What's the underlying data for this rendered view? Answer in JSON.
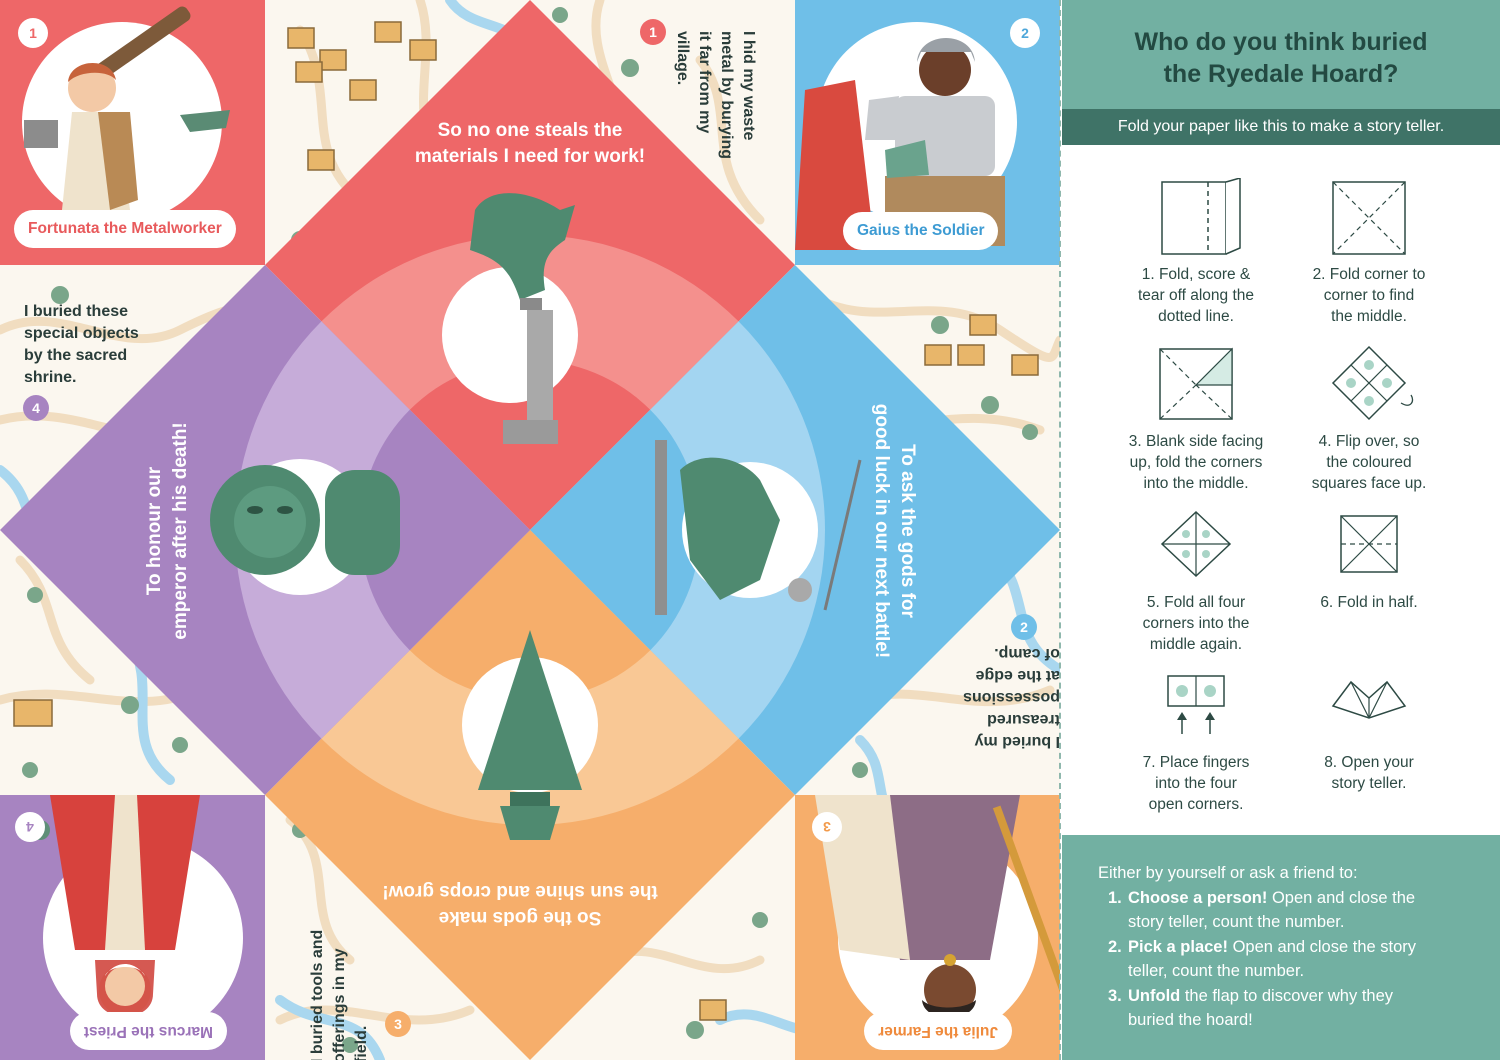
{
  "corners": {
    "tl": {
      "number": "1",
      "name": "Fortunata the Metalworker",
      "color": "#ee6768"
    },
    "tr": {
      "number": "2",
      "name": "Gaius the Soldier",
      "color": "#6fbfe8"
    },
    "bl": {
      "number": "4",
      "name": "Marcus the Priest",
      "color": "#a784c1"
    },
    "br": {
      "number": "3",
      "name": "Julia the Farmer",
      "color": "#f6ae6b"
    }
  },
  "flaps": {
    "top": {
      "lines": [
        "So no one steals the",
        "materials I need for work!"
      ],
      "object": "key-handle-icon"
    },
    "right": {
      "lines": [
        "To ask the gods for",
        "good luck in our next battle!"
      ],
      "object": "horse-rider-figurine-icon"
    },
    "bottom": {
      "lines": [
        "So the gods make",
        "the sun shine and crops grow!"
      ],
      "object": "spearhead-icon"
    },
    "left": {
      "lines": [
        "To honour our",
        "emperor after his death!"
      ],
      "object": "emperor-bust-icon"
    }
  },
  "sides": {
    "s1": {
      "number": "1",
      "lines": [
        "I hid my waste",
        "metal by burying",
        "it far from my",
        "village."
      ]
    },
    "s2": {
      "number": "2",
      "lines": [
        "I buried my",
        "treasured",
        "possessions",
        "at the edge",
        "of camp."
      ]
    },
    "s3": {
      "number": "3",
      "lines": [
        "I buried tools and",
        "offerings in my",
        "field."
      ]
    },
    "s4": {
      "number": "4",
      "lines": [
        "I buried these",
        "special objects",
        "by the sacred",
        "shrine."
      ]
    }
  },
  "panel": {
    "title_line1": "Who do you think buried",
    "title_line2": "the Ryedale Hoard?",
    "subtitle": "Fold your paper like this to make a story teller.",
    "steps": [
      {
        "lines": [
          "1. Fold, score &",
          "tear off along the",
          "dotted line."
        ],
        "icon": "fold-tear-icon"
      },
      {
        "lines": [
          "2. Fold corner to",
          "corner to find",
          "the middle."
        ],
        "icon": "fold-diagonal-icon"
      },
      {
        "lines": [
          "3. Blank side facing",
          "up, fold the corners",
          "into the middle."
        ],
        "icon": "fold-corners-icon"
      },
      {
        "lines": [
          "4. Flip over, so",
          "the coloured",
          "squares face up."
        ],
        "icon": "flip-over-icon"
      },
      {
        "lines": [
          "5. Fold all four",
          "corners into the",
          "middle again."
        ],
        "icon": "fold-again-icon"
      },
      {
        "lines": [
          "6. Fold in half."
        ],
        "icon": "fold-half-icon"
      },
      {
        "lines": [
          "7. Place fingers",
          "into the four",
          "open corners."
        ],
        "icon": "fingers-icon"
      },
      {
        "lines": [
          "8. Open your",
          "story teller."
        ],
        "icon": "open-teller-icon"
      }
    ],
    "footer": {
      "intro": "Either by yourself or ask a friend to:",
      "items": [
        {
          "n": "1.",
          "bold": "Choose a person!",
          "rest": " Open and close the",
          "rest2": "story teller, count the number."
        },
        {
          "n": "2.",
          "bold": "Pick a place!",
          "rest": " Open and close the story",
          "rest2": "teller, count the number."
        },
        {
          "n": "3.",
          "bold": "Unfold",
          "rest": " the flap to discover why they",
          "rest2": "buried the hoard!"
        }
      ]
    }
  }
}
